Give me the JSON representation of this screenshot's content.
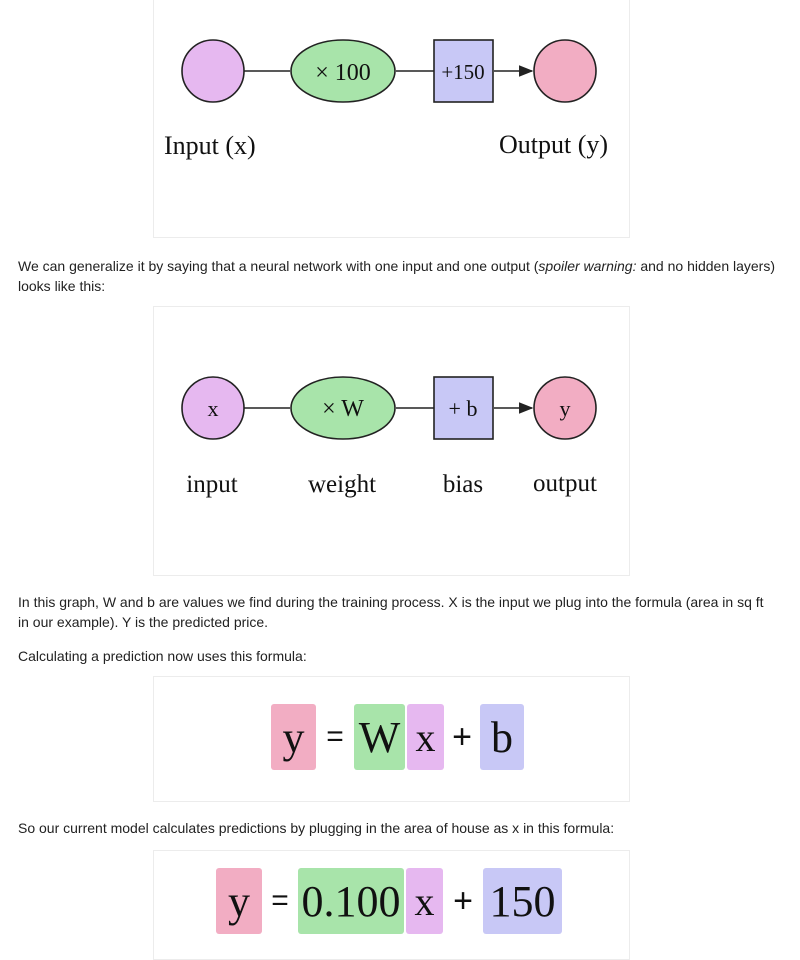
{
  "colors": {
    "input_fill": "#e6b8f0",
    "weight_fill": "#a8e4aa",
    "bias_fill": "#c8c8f6",
    "output_fill": "#f2adc3",
    "stroke": "#222222"
  },
  "diagram1": {
    "weight_label": "× 100",
    "bias_label": "+150",
    "input_caption": "Input (x)",
    "output_caption": "Output (y)"
  },
  "para1": {
    "before": "We can generalize it by saying that a neural network with one input and one output (",
    "emphasis": "spoiler warning:",
    "after": " and no hidden layers) looks like this:"
  },
  "diagram2": {
    "input_label": "x",
    "weight_label": "× W",
    "bias_label": "+ b",
    "output_label": "y",
    "input_caption": "input",
    "weight_caption": "weight",
    "bias_caption": "bias",
    "output_caption": "output"
  },
  "para2": "In this graph, W and b are values we find during the training process. X is the input we plug into the formula (area in sq ft in our example). Y is the predicted price.",
  "para3": "Calculating a prediction now uses this formula:",
  "formula1": {
    "y": "y",
    "equals": "=",
    "w": "W",
    "x": "x",
    "plus": "+",
    "b": "b"
  },
  "para4": "So our current model calculates predictions by plugging in the area of house as x in this formula:",
  "formula2": {
    "y": "y",
    "equals": "=",
    "w": "0.100",
    "x": "x",
    "plus": "+",
    "b": "150"
  }
}
